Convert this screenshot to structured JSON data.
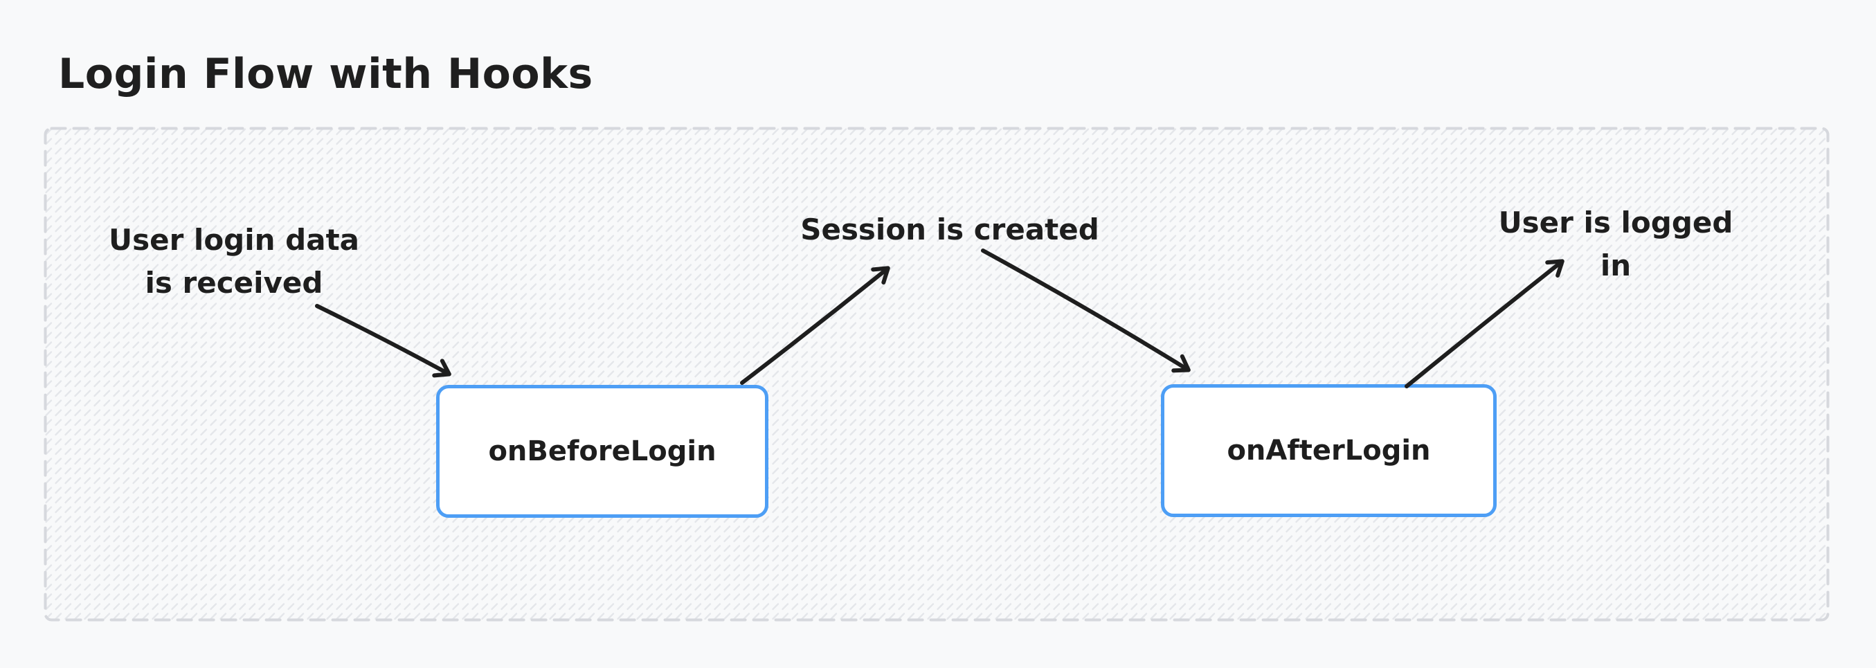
{
  "title": "Login Flow with Hooks",
  "diagram": {
    "nodes": [
      {
        "id": "onBeforeLogin",
        "label": "onBeforeLogin"
      },
      {
        "id": "onAfterLogin",
        "label": "onAfterLogin"
      }
    ],
    "annotations": [
      {
        "id": "login-data-received",
        "text": "User login data\nis received"
      },
      {
        "id": "session-created",
        "text": "Session is created"
      },
      {
        "id": "user-logged-in",
        "text": "User is logged in"
      }
    ],
    "edges": [
      {
        "from": "login-data-received",
        "to": "onBeforeLogin"
      },
      {
        "from": "onBeforeLogin",
        "to": "session-created"
      },
      {
        "from": "session-created",
        "to": "onAfterLogin"
      },
      {
        "from": "onAfterLogin",
        "to": "user-logged-in"
      }
    ]
  },
  "colors": {
    "canvas_bg": "#f8f9fa",
    "ink": "#1e1e1e",
    "node_border": "#4d9ef5",
    "node_fill": "#ffffff",
    "frame_dash": "#d6d8dd",
    "hatch": "#e4e6ea"
  }
}
